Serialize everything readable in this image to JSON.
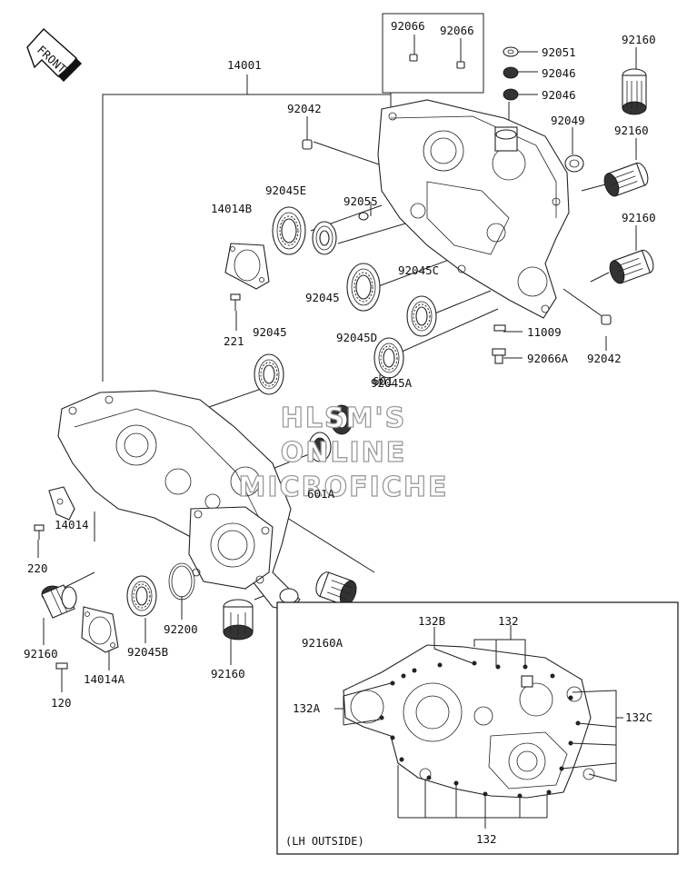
{
  "front_marker": "FRONT",
  "watermark": [
    "HLSM'S",
    "ONLINE",
    "MICROFICHE"
  ],
  "inset_caption": "(LH OUTSIDE)",
  "part_labels": {
    "p14001": "14001",
    "p92066a": "92066",
    "p92066b": "92066",
    "p92051": "92051",
    "p92046a": "92046",
    "p92046b": "92046",
    "p92160_top": "92160",
    "p92042_top": "92042",
    "p92049": "92049",
    "p92160_mid": "92160",
    "p92045E": "92045E",
    "p92055": "92055",
    "p14014B": "14014B",
    "p92160_right": "92160",
    "p92045_a": "92045",
    "p92045C": "92045C",
    "p221": "221",
    "p92045_b": "92045",
    "p92045D": "92045D",
    "p11009": "11009",
    "p92066A": "92066A",
    "p92042_right": "92042",
    "p601": "601",
    "p92045A": "92045A",
    "p601A": "601A",
    "p14014": "14014",
    "p220": "220",
    "p92200": "92200",
    "p92160_left": "92160",
    "p92045B": "92045B",
    "p14014A": "14014A",
    "p120": "120",
    "p92160_bottom": "92160",
    "p92160A": "92160A",
    "p132B": "132B",
    "p132_top": "132",
    "p132A": "132A",
    "p132C": "132C",
    "p132_bottom": "132"
  }
}
